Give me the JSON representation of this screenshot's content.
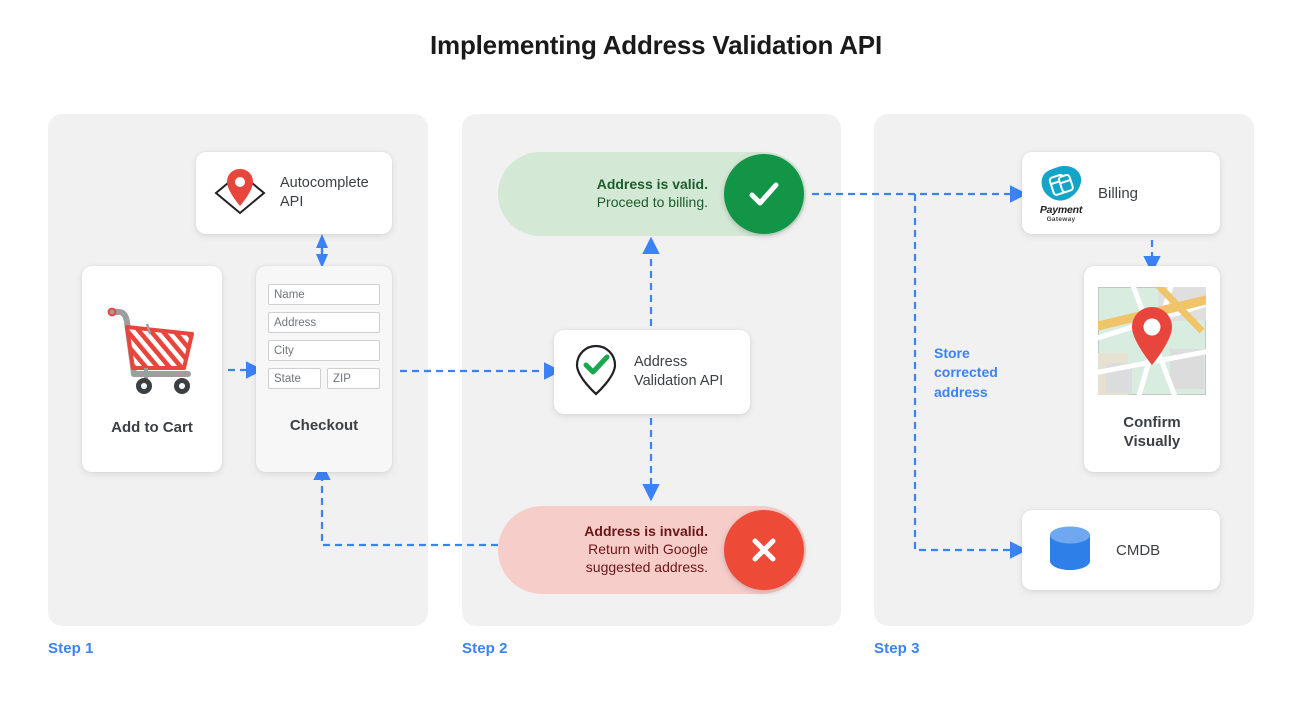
{
  "title": "Implementing Address Validation API",
  "colors": {
    "accent_blue": "#3b82f6",
    "panel_bg": "#f1f1f1",
    "valid_pill_bg": "#d3e8d5",
    "valid_badge": "#139548",
    "invalid_pill_bg": "#f7cdca",
    "invalid_badge": "#ed4b38",
    "cart_red": "#e8453c",
    "pin_red": "#e8453c",
    "cmdb_blue": "#3b82f6",
    "payment_teal": "#14a4c8"
  },
  "steps": [
    {
      "label": "Step 1"
    },
    {
      "label": "Step 2"
    },
    {
      "label": "Step 3"
    }
  ],
  "step1": {
    "autocomplete_card": {
      "label": "Autocomplete API",
      "icon": "map-pin-envelope-icon"
    },
    "add_to_cart_card": {
      "caption": "Add to Cart",
      "icon": "shopping-cart-icon"
    },
    "checkout_card": {
      "caption": "Checkout",
      "fields": [
        {
          "name": "name-field",
          "placeholder": "Name"
        },
        {
          "name": "address-field",
          "placeholder": "Address"
        },
        {
          "name": "city-field",
          "placeholder": "City"
        },
        {
          "name": "state-field",
          "placeholder": "State"
        },
        {
          "name": "zip-field",
          "placeholder": "ZIP"
        }
      ]
    }
  },
  "step2": {
    "valid_pill": {
      "line1": "Address is valid.",
      "line2": "Proceed to billing.",
      "icon": "check-icon"
    },
    "invalid_pill": {
      "line1": "Address is invalid.",
      "line2": "Return with Google",
      "line3": "suggested address.",
      "icon": "close-x-icon"
    },
    "validation_card": {
      "line1": "Address",
      "line2": "Validation API",
      "icon": "map-pin-check-icon"
    }
  },
  "step3": {
    "billing_card": {
      "label": "Billing",
      "logo_main": "Payment",
      "logo_sub": "Gateway",
      "icon": "payment-gateway-logo-icon"
    },
    "confirm_card": {
      "caption_line1": "Confirm",
      "caption_line2": "Visually",
      "icon": "map-thumbnail-icon"
    },
    "cmdb_card": {
      "label": "CMDB",
      "icon": "database-cylinder-icon"
    },
    "store_note": "Store corrected address"
  }
}
